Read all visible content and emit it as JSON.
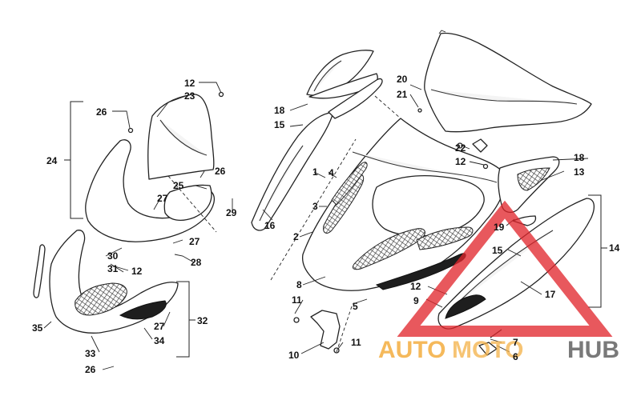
{
  "callouts": {
    "n1": "1",
    "n2": "2",
    "n3": "3",
    "n4": "4",
    "n5": "5",
    "n6": "6",
    "n7": "7",
    "n8": "8",
    "n9": "9",
    "n10": "10",
    "n11a": "11",
    "n11b": "11",
    "n12a": "12",
    "n12b": "12",
    "n12c": "12",
    "n12d": "12",
    "n13": "13",
    "n14": "14",
    "n15a": "15",
    "n15b": "15",
    "n16": "16",
    "n17": "17",
    "n18a": "18",
    "n18b": "18",
    "n19": "19",
    "n20": "20",
    "n21": "21",
    "n22": "22",
    "n23": "23",
    "n24": "24",
    "n25": "25",
    "n26a": "26",
    "n26b": "26",
    "n26c": "26",
    "n27a": "27",
    "n27b": "27",
    "n27c": "27",
    "n28": "28",
    "n29": "29",
    "n30": "30",
    "n31": "31",
    "n32": "32",
    "n33": "33",
    "n34": "34",
    "n35": "35"
  },
  "watermark": {
    "part1": "AUTO",
    "part2": "MOTO",
    "part3": "HUB",
    "color_orange": "#f4b24a",
    "color_red": "#e0262b",
    "color_gray": "#6b6b6b"
  }
}
